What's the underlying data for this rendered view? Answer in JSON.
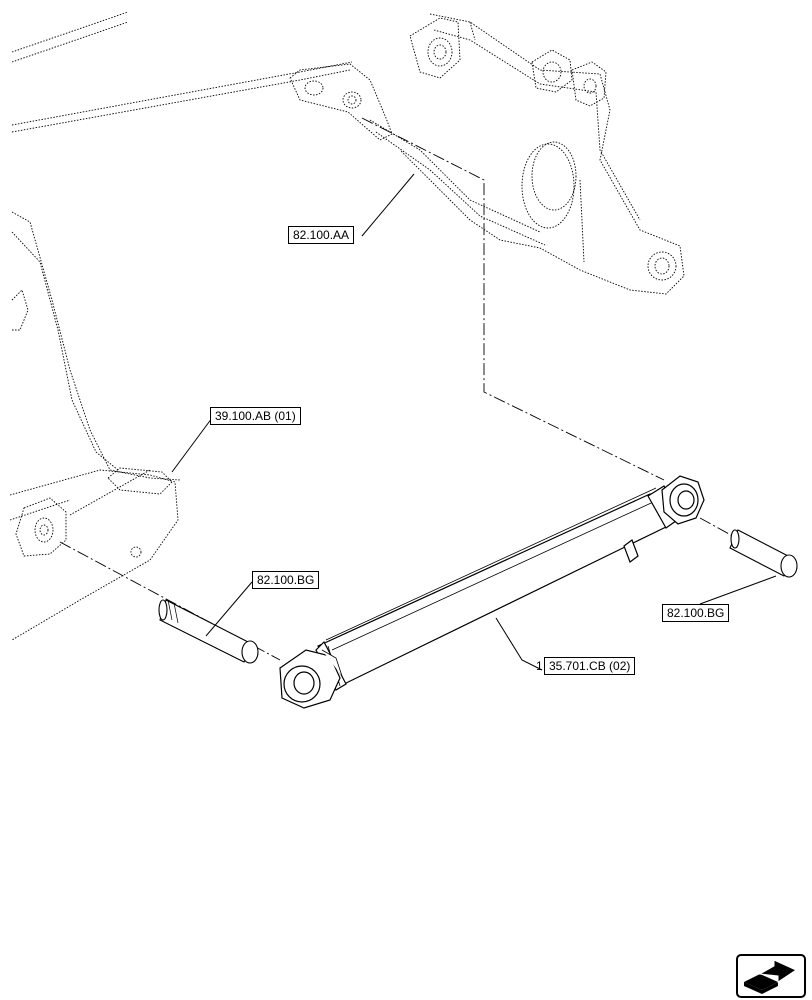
{
  "callouts": {
    "frame_ref": "82.100.AA",
    "chassis_ref": "39.100.AB (01)",
    "pin_left_ref": "82.100.BG",
    "pin_right_ref": "82.100.BG",
    "cylinder_item_number": "1",
    "cylinder_ref": "35.701.CB (02)"
  },
  "nav": {
    "icon": "next-page-arrow-icon"
  }
}
